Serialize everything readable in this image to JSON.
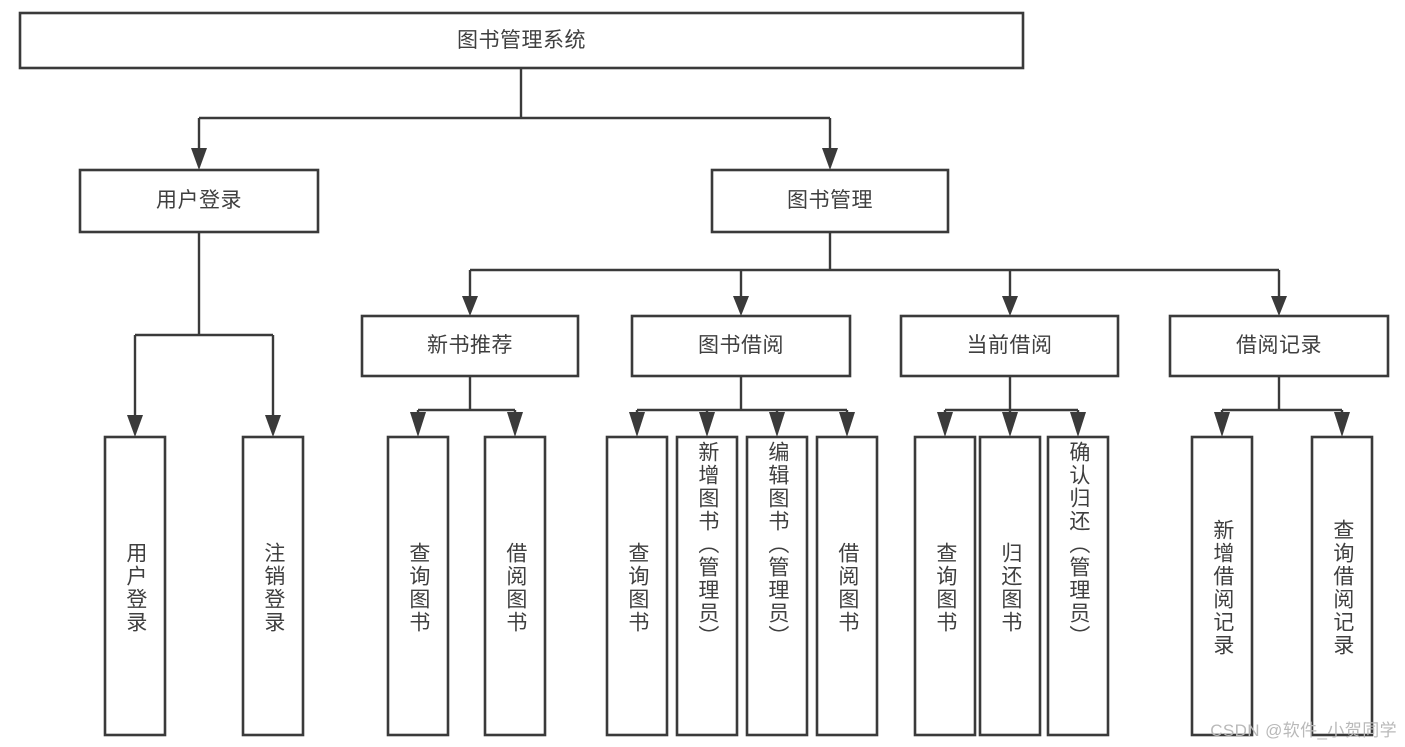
{
  "diagram": {
    "type": "tree",
    "title": "图书管理系统",
    "watermark": "CSDN @软件_小贺同学",
    "colors": {
      "box_stroke": "#3a3a3a",
      "box_fill": "#ffffff",
      "text": "#3f3f3f",
      "edge": "#3a3a3a",
      "watermark": "#b9b9b9",
      "background": "#ffffff"
    },
    "nodes": {
      "root": {
        "label": "图书管理系统",
        "level": 0,
        "orientation": "horizontal"
      },
      "l1_0": {
        "label": "用户登录",
        "level": 1,
        "orientation": "horizontal"
      },
      "l1_1": {
        "label": "图书管理",
        "level": 1,
        "orientation": "horizontal"
      },
      "l2_0": {
        "label": "新书推荐",
        "level": 2,
        "orientation": "horizontal"
      },
      "l2_1": {
        "label": "图书借阅",
        "level": 2,
        "orientation": "horizontal"
      },
      "l2_2": {
        "label": "当前借阅",
        "level": 2,
        "orientation": "horizontal"
      },
      "l2_3": {
        "label": "借阅记录",
        "level": 2,
        "orientation": "horizontal"
      },
      "leaf_0": {
        "label": "用户登录",
        "level": 3,
        "orientation": "vertical",
        "parent": "用户登录"
      },
      "leaf_1": {
        "label": "注销登录",
        "level": 3,
        "orientation": "vertical",
        "parent": "用户登录"
      },
      "leaf_2": {
        "label": "查询图书",
        "level": 3,
        "orientation": "vertical",
        "parent": "新书推荐"
      },
      "leaf_3": {
        "label": "借阅图书",
        "level": 3,
        "orientation": "vertical",
        "parent": "新书推荐"
      },
      "leaf_4": {
        "label": "查询图书",
        "level": 3,
        "orientation": "vertical",
        "parent": "图书借阅"
      },
      "leaf_5": {
        "label": "新增图书（管理员）",
        "level": 3,
        "orientation": "vertical",
        "parent": "图书借阅"
      },
      "leaf_6": {
        "label": "编辑图书（管理员）",
        "level": 3,
        "orientation": "vertical",
        "parent": "图书借阅"
      },
      "leaf_7": {
        "label": "借阅图书",
        "level": 3,
        "orientation": "vertical",
        "parent": "图书借阅"
      },
      "leaf_8": {
        "label": "查询图书",
        "level": 3,
        "orientation": "vertical",
        "parent": "当前借阅"
      },
      "leaf_9": {
        "label": "归还图书",
        "level": 3,
        "orientation": "vertical",
        "parent": "当前借阅"
      },
      "leaf_10": {
        "label": "确认归还（管理员）",
        "level": 3,
        "orientation": "vertical",
        "parent": "当前借阅"
      },
      "leaf_11": {
        "label": "新增借阅记录",
        "level": 3,
        "orientation": "vertical",
        "parent": "借阅记录"
      },
      "leaf_12": {
        "label": "查询借阅记录",
        "level": 3,
        "orientation": "vertical",
        "parent": "借阅记录"
      }
    }
  }
}
